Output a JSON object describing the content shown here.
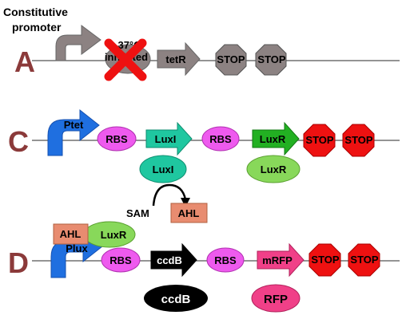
{
  "rows": {
    "A": {
      "letter": "A",
      "promoter_label_line1": "Constitutive",
      "promoter_label_line2": "promoter",
      "rbs_label_line1": "37°C",
      "rbs_label_line2": "inhibited",
      "gene": "tetR",
      "stop1": "STOP",
      "stop2": "STOP"
    },
    "C": {
      "letter": "C",
      "promoter": "Ptet",
      "rbs1": "RBS",
      "gene1": "LuxI",
      "rbs2": "RBS",
      "gene2": "LuxR",
      "stop1": "STOP",
      "stop2": "STOP",
      "protein1": "LuxI",
      "protein2": "LuxR",
      "substrate": "SAM",
      "product": "AHL"
    },
    "D": {
      "letter": "D",
      "complex_ahl": "AHL",
      "complex_luxr": "LuxR",
      "promoter": "Plux",
      "rbs1": "RBS",
      "gene1": "ccdB",
      "rbs2": "RBS",
      "gene2": "mRFP",
      "stop1": "STOP",
      "stop2": "STOP",
      "protein1": "ccdB",
      "protein2": "RFP"
    }
  },
  "colors": {
    "letter": "#8B3A3A",
    "gray_part": "#8C8282",
    "promoter_blue": "#1F6FE0",
    "rbs_pink": "#EE5AEE",
    "luxi_teal": "#1FC7A0",
    "luxr_green": "#22B022",
    "luxr_light": "#88D85A",
    "stop_red": "#EE1111",
    "ahl_salmon": "#E88C70",
    "ccdb_black": "#000000",
    "mrfp_pink": "#F04088",
    "cross_red": "#EE1111"
  }
}
